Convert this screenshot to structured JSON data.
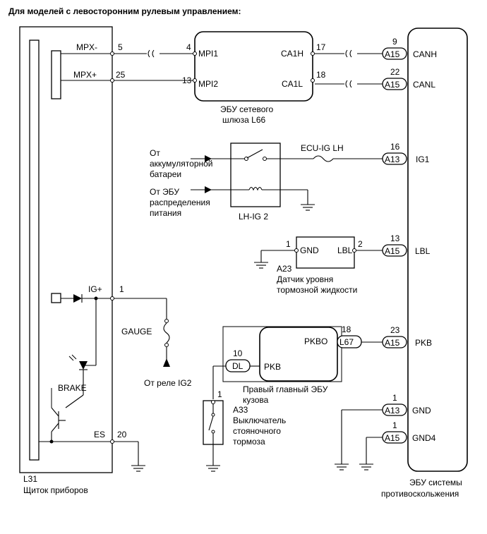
{
  "title": "Для моделей с левосторонним рулевым управлением:",
  "cluster": {
    "code": "L31",
    "name": "Щиток приборов",
    "mpx_minus": "MPX-",
    "mpx_minus_pin": "5",
    "mpx_plus": "MPX+",
    "mpx_plus_pin": "25",
    "ig_plus": "IG+",
    "ig_pin": "1",
    "brake": "BRAKE",
    "es": "ES",
    "es_pin": "20"
  },
  "gateway": {
    "mpi1_pin": "4",
    "mpi1": "MPI1",
    "mpi2_pin": "13",
    "mpi2": "MPI2",
    "ca1h": "CA1H",
    "ca1h_pin": "17",
    "ca1l": "CA1L",
    "ca1l_pin": "18",
    "name_line1": "ЭБУ сетевого",
    "name_line2": "шлюза L66"
  },
  "power": {
    "from_battery_1": "От",
    "from_battery_2": "аккумуляторной",
    "from_battery_3": "батареи",
    "from_ecu_1": "От ЭБУ",
    "from_ecu_2": "распределения",
    "from_ecu_3": "питания",
    "relay": "LH-IG 2",
    "fuse": "ECU-IG LH"
  },
  "gauge": {
    "fuse": "GAUGE",
    "from_relay": "От реле IG2"
  },
  "sensor": {
    "gnd_pin": "1",
    "gnd": "GND",
    "lbl": "LBL",
    "lbl_pin": "2",
    "code": "A23",
    "name_line1": "Датчик уровня",
    "name_line2": "тормозной жидкости"
  },
  "body_ecu": {
    "pkbo": "PKBO",
    "pkbo_pin": "18",
    "pkbo_conn": "L67",
    "dl_pin": "10",
    "dl_conn": "DL",
    "pkb": "PKB",
    "name_line1": "Правый главный ЭБУ",
    "name_line2": "кузова"
  },
  "switch": {
    "pin": "1",
    "code": "A33",
    "name_line1": "Выключатель",
    "name_line2": "стояночного",
    "name_line3": "тормоза"
  },
  "skid": {
    "canh_pin": "9",
    "canh_conn": "A15",
    "canh": "CANH",
    "canl_pin": "22",
    "canl_conn": "A15",
    "canl": "CANL",
    "ig1_pin": "16",
    "ig1_conn": "A13",
    "ig1": "IG1",
    "lbl_pin": "13",
    "lbl_conn": "A15",
    "lbl": "LBL",
    "pkb_pin": "23",
    "pkb_conn": "A15",
    "pkb": "PKB",
    "gnd_pin": "1",
    "gnd_conn": "A13",
    "gnd": "GND",
    "gnd4_pin": "1",
    "gnd4_conn": "A15",
    "gnd4": "GND4",
    "name_line1": "ЭБУ системы",
    "name_line2": "противоскольжения"
  }
}
